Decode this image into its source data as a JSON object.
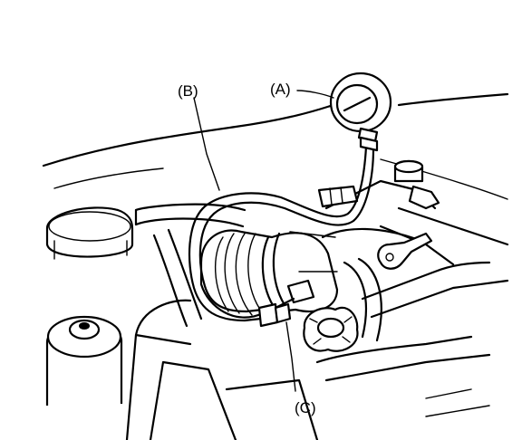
{
  "labels": {
    "a": "(A)",
    "b": "(B)",
    "c": "(C)"
  },
  "parts": {
    "a_icon": "pressure-gauge-icon",
    "b_icon": "hose-icon",
    "c_icon": "connector-icon"
  }
}
